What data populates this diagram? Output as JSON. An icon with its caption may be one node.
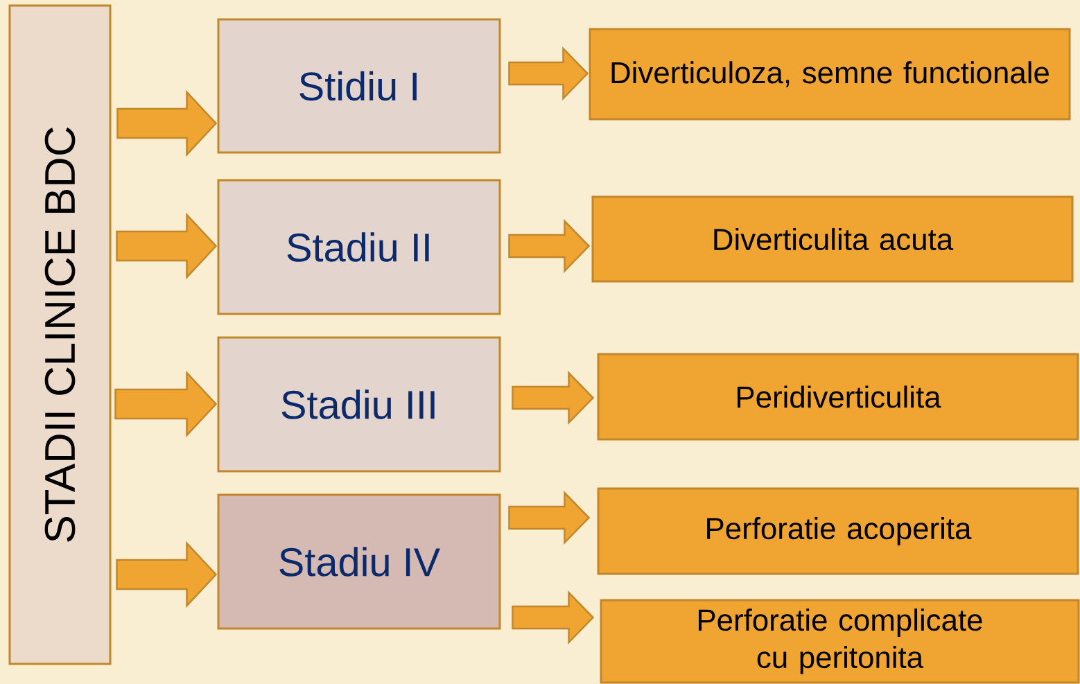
{
  "diagram": {
    "nodes": [
      {
        "text": [
          "STADII CLINICE BDC"
        ]
      },
      {
        "text": [
          "Stidiu I"
        ]
      },
      {
        "text": [
          "Stadiu II"
        ]
      },
      {
        "text": [
          "Stadiu III"
        ]
      },
      {
        "text": [
          "Stadiu IV"
        ]
      },
      {
        "text": [
          "Diverticuloza, semne functionale"
        ]
      },
      {
        "text": [
          "Diverticulita acuta"
        ]
      },
      {
        "text": [
          "Peridiverticulita"
        ]
      },
      {
        "text": [
          "Perforatie acoperita"
        ]
      },
      {
        "text": [
          "Perforatie complicate cu peritonita"
        ]
      }
    ],
    "edges": [
      {
        "from": 0,
        "to": 1,
        "arrow": "to"
      },
      {
        "from": 0,
        "to": 2,
        "arrow": "to"
      },
      {
        "from": 0,
        "to": 3,
        "arrow": "to"
      },
      {
        "from": 0,
        "to": 4,
        "arrow": "to"
      },
      {
        "from": 1,
        "to": 5,
        "arrow": "to"
      },
      {
        "from": 2,
        "to": 6,
        "arrow": "to"
      },
      {
        "from": 3,
        "to": 7,
        "arrow": "to"
      },
      {
        "from": 4,
        "to": 8,
        "arrow": "to"
      },
      {
        "from": 4,
        "to": 9,
        "arrow": "to"
      }
    ]
  }
}
